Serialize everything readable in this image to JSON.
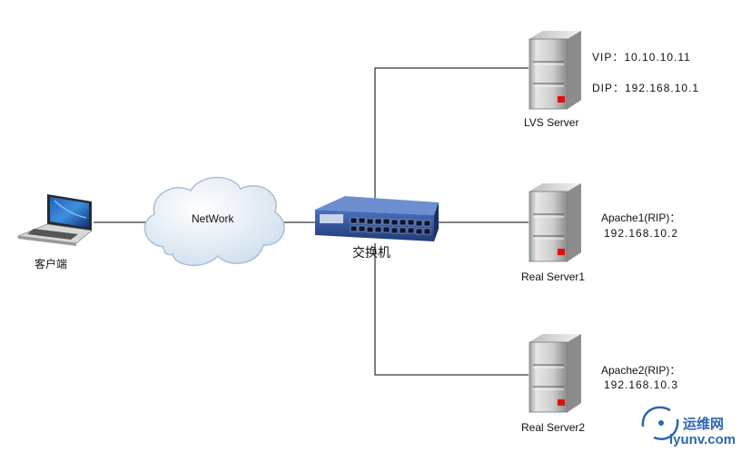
{
  "client": {
    "label": "客户端"
  },
  "network": {
    "label": "NetWork"
  },
  "switch": {
    "label": "交换机"
  },
  "lvs": {
    "name": "LVS Server",
    "vip": "VIP：10.10.10.11",
    "dip": "DIP：192.168.10.1"
  },
  "real1": {
    "name": "Real Server1",
    "role": "Apache1(RIP)：",
    "ip": "192.168.10.2"
  },
  "real2": {
    "name": "Real Server2",
    "role": "Apache2(RIP)：",
    "ip": "192.168.10.3"
  },
  "watermark": {
    "title": "运维网",
    "url": "iyunv.com"
  },
  "colors": {
    "line": "#000000",
    "server_body": "#c8c8c8",
    "server_led": "#e01010",
    "switch_body": "#2d4f96",
    "cloud_fill": "#dde8f3",
    "logo_blue": "#2b67b3"
  }
}
